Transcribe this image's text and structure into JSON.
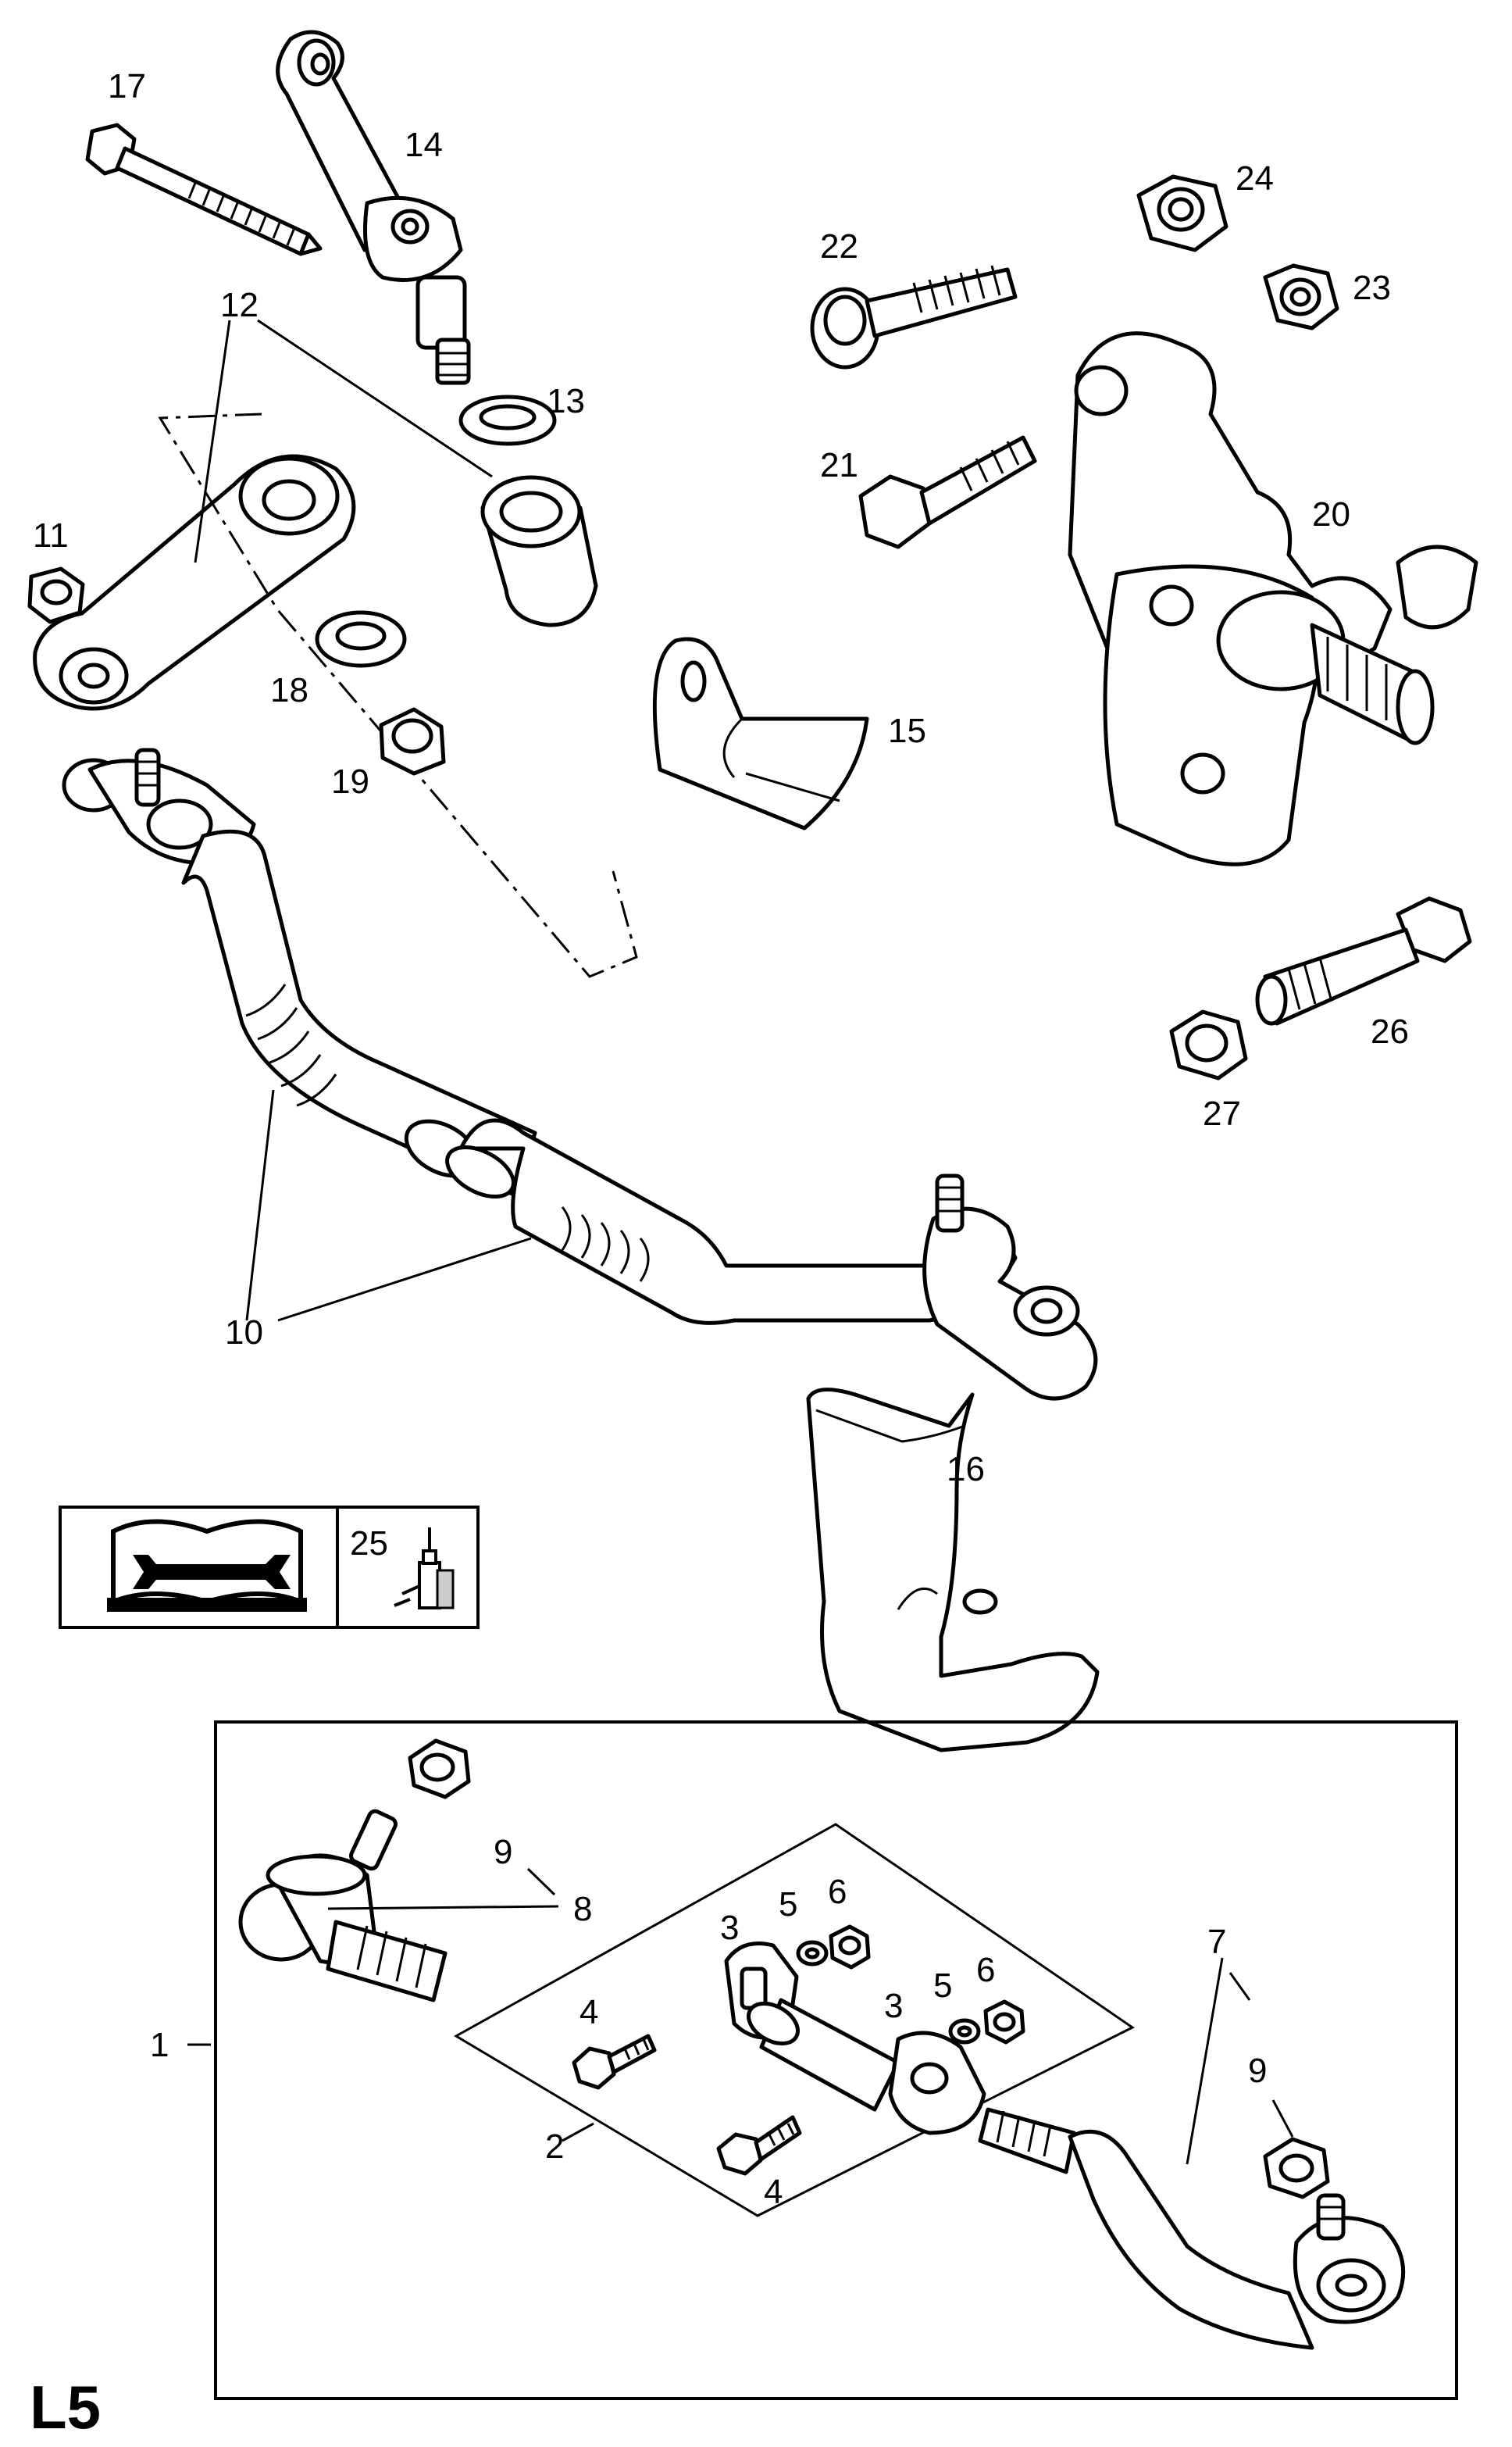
{
  "page": {
    "code": "L5"
  },
  "callouts": {
    "c1": "1",
    "c2": "2",
    "c3a": "3",
    "c3b": "3",
    "c4a": "4",
    "c4b": "4",
    "c5a": "5",
    "c5b": "5",
    "c6a": "6",
    "c6b": "6",
    "c7": "7",
    "c8": "8",
    "c9a": "9",
    "c9b": "9",
    "c10": "10",
    "c11": "11",
    "c12": "12",
    "c13": "13",
    "c14": "14",
    "c15": "15",
    "c16": "16",
    "c17": "17",
    "c18": "18",
    "c19": "19",
    "c20": "20",
    "c21": "21",
    "c22": "22",
    "c23": "23",
    "c24": "24",
    "c25": "25",
    "c26": "26",
    "c27": "27"
  },
  "icons": {
    "manual": "manual-wrench-icon",
    "sealant": "sealant-bottle-icon"
  }
}
